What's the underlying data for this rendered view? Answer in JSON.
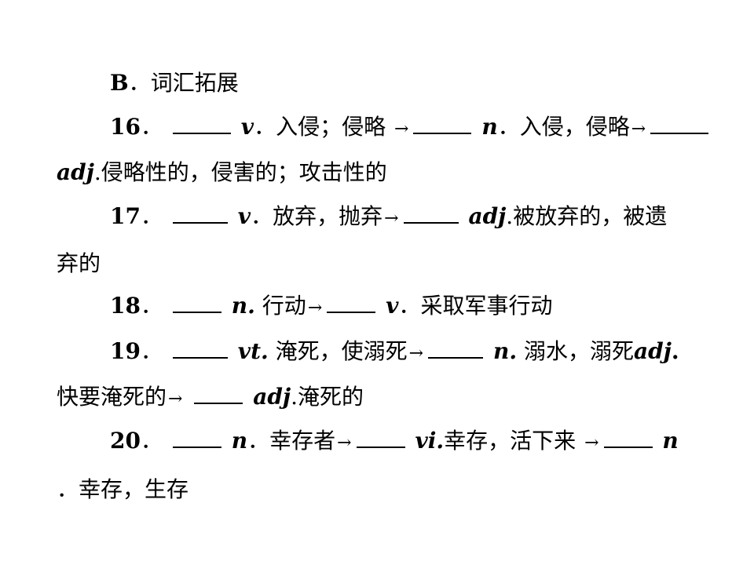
{
  "section": {
    "letter": "B",
    "sep": "．",
    "title": "词汇拓展"
  },
  "items": [
    {
      "num": "16",
      "parts": [
        "v",
        "．入侵；侵略 ",
        "n",
        "．入侵，侵略",
        "adj",
        ".侵略性的，侵害的；攻击性的"
      ]
    },
    {
      "num": "17",
      "parts": [
        "v",
        "．放弃，抛弃",
        "adj",
        ".被放弃的，被遗",
        "弃的"
      ]
    },
    {
      "num": "18",
      "parts": [
        "n.",
        " 行动",
        "v",
        "．采取军事行动"
      ]
    },
    {
      "num": "19",
      "parts": [
        "vt.",
        " 淹死，使溺死",
        "n.",
        " 溺水，溺死",
        "adj",
        ".",
        "快要淹死的",
        "adj",
        ".淹死的"
      ]
    },
    {
      "num": "20",
      "parts": [
        "n",
        "．幸存者",
        "vi.",
        "幸存，活下来 ",
        "n",
        "．幸存，生存"
      ]
    }
  ],
  "arrow": "→",
  "num_sep": "．"
}
